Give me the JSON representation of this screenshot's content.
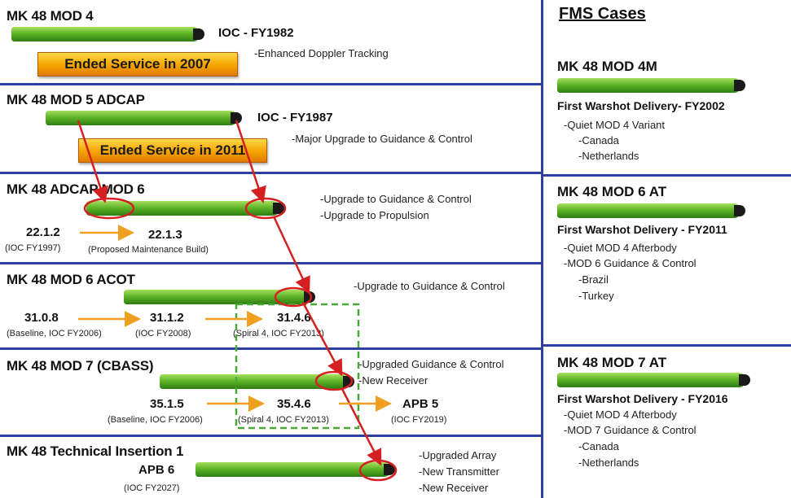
{
  "left": {
    "mod4": {
      "title": "MK 48 MOD 4",
      "ioc": "IOC - FY1982",
      "features": [
        "-Enhanced Doppler Tracking"
      ],
      "ended": "Ended Service in 2007"
    },
    "mod5": {
      "title": "MK 48 MOD 5 ADCAP",
      "ioc": "IOC - FY1987",
      "features": [
        "-Major Upgrade to Guidance & Control"
      ],
      "ended": "Ended Service in 2011"
    },
    "mod6": {
      "title": "MK 48 ADCAP MOD 6",
      "features": [
        "-Upgrade to Guidance & Control",
        "-Upgrade to Propulsion"
      ],
      "versions": [
        {
          "num": "22.1.2",
          "sub": "(IOC FY1997)"
        },
        {
          "num": "22.1.3",
          "sub": "(Proposed Maintenance Build)"
        }
      ]
    },
    "acot": {
      "title": "MK 48 MOD 6 ACOT",
      "features": [
        "-Upgrade to Guidance & Control"
      ],
      "versions": [
        {
          "num": "31.0.8",
          "sub": "(Baseline, IOC FY2006)"
        },
        {
          "num": "31.1.2",
          "sub": "(IOC FY2008)"
        },
        {
          "num": "31.4.6",
          "sub": "(Spiral 4, IOC FY2013)"
        }
      ]
    },
    "mod7": {
      "title": "MK 48 MOD 7 (CBASS)",
      "features": [
        "-Upgraded Guidance & Control",
        "-New Receiver"
      ],
      "versions": [
        {
          "num": "35.1.5",
          "sub": "(Baseline, IOC FY2006)"
        },
        {
          "num": "35.4.6",
          "sub": "(Spiral 4, IOC FY2013)"
        },
        {
          "num": "APB 5",
          "sub": "(IOC FY2019)"
        }
      ]
    },
    "ti1": {
      "title": "MK 48 Technical Insertion 1",
      "features": [
        "-Upgraded Array",
        "-New Transmitter",
        "-New Receiver"
      ],
      "apb": "APB 6",
      "apb_sub": "(IOC FY2027)"
    }
  },
  "fms": {
    "title": "FMS Cases",
    "cases": [
      {
        "title": "MK 48 MOD 4M",
        "delivery": "First Warshot Delivery- FY2002",
        "items": [
          "-Quiet MOD 4 Variant",
          "-Canada",
          "-Netherlands"
        ]
      },
      {
        "title": "MK 48 MOD 6 AT",
        "delivery": "First Warshot Delivery - FY2011",
        "items": [
          "-Quiet MOD 4 Afterbody",
          "-MOD 6 Guidance & Control",
          "-Brazil",
          "-Turkey"
        ]
      },
      {
        "title": "MK 48 MOD 7 AT",
        "delivery": "First Warshot Delivery - FY2016",
        "items": [
          "-Quiet MOD 4 Afterbody",
          "-MOD 7 Guidance & Control",
          "-Canada",
          "-Netherlands"
        ]
      }
    ]
  },
  "colors": {
    "divider": "#2e3f9e",
    "arrow_red": "#d42020",
    "arrow_orange": "#f0a020",
    "torpedo_green": "#5fb528",
    "dashed_box": "#4aa83a"
  }
}
